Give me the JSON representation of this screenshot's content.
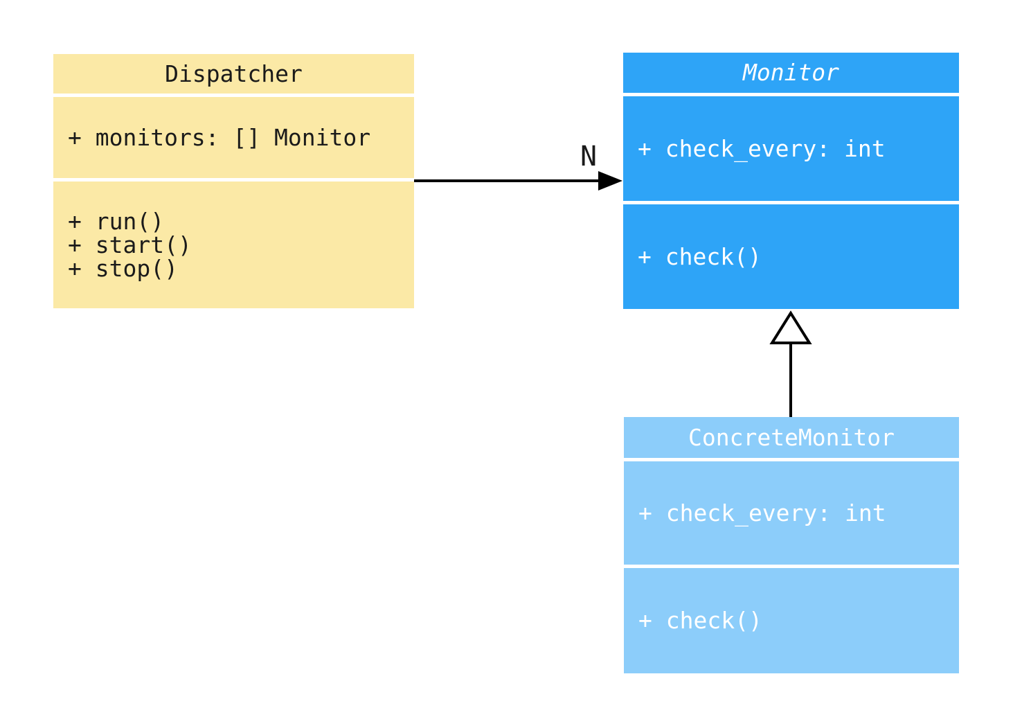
{
  "diagram": {
    "background_color": "#ffffff",
    "classes": {
      "dispatcher": {
        "name": "Dispatcher",
        "abstract": false,
        "fill": "#FBE9A6",
        "text_color": "#1a1a1a",
        "attributes": [
          "+ monitors: [] Monitor"
        ],
        "methods": [
          "+ run()",
          "+ start()",
          "+ stop()"
        ]
      },
      "monitor": {
        "name": "Monitor",
        "abstract": true,
        "fill": "#2EA4F7",
        "text_color": "#ffffff",
        "attributes": [
          "+ check_every: int"
        ],
        "methods": [
          "+ check()"
        ]
      },
      "concrete_monitor": {
        "name": "ConcreteMonitor",
        "abstract": false,
        "fill": "#8CCDFA",
        "text_color": "#ffffff",
        "attributes": [
          "+ check_every: int"
        ],
        "methods": [
          "+ check()"
        ]
      }
    },
    "relations": {
      "association": {
        "from": "Dispatcher",
        "to": "Monitor",
        "label": "N",
        "line_color": "#000000"
      },
      "inheritance": {
        "from": "ConcreteMonitor",
        "to": "Monitor",
        "line_color": "#000000"
      }
    }
  }
}
